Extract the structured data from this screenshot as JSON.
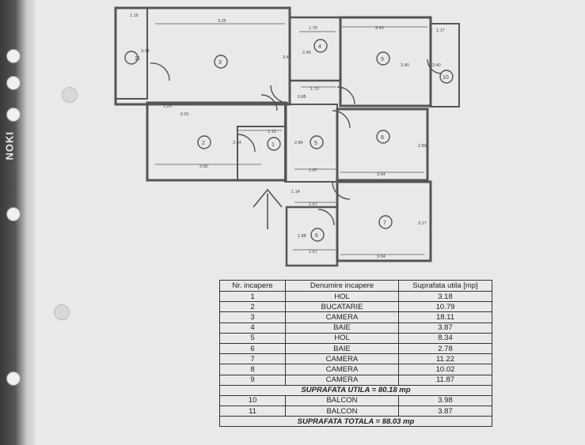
{
  "binder": {
    "brand_label": "NOKI"
  },
  "plan": {
    "entrance_arrow": "arrow-up",
    "room_numbers": [
      "1",
      "2",
      "3",
      "4",
      "5",
      "6",
      "7",
      "8",
      "9",
      "10",
      "11"
    ],
    "dimensions": {
      "d_325": "3.25",
      "d_116": "1.16",
      "d_334": "3.34",
      "d_345": "3.45",
      "d_170a": "1.70",
      "d_245": "2.45",
      "d_343": "3.43",
      "d_117": "1.17",
      "d_340a": "3.40",
      "d_340b": "3.40",
      "d_085": "0.85",
      "d_170b": "1.70",
      "d_123": "1.23",
      "d_091": "0.91",
      "d_112": "1.12",
      "d_284a": "2.84",
      "d_284b": "2.84",
      "d_283": "2.83",
      "d_390": "3.90",
      "d_167a": "1.67",
      "d_354a": "3.54",
      "d_114": "1.14",
      "d_167b": "1.67",
      "d_317": "3.17",
      "d_188": "1.88",
      "d_167c": "1.67",
      "d_354b": "3.54"
    }
  },
  "table": {
    "headers": [
      "Nr. incapere",
      "Denumire incapere",
      "Suprafata utila [mp]"
    ],
    "rows": [
      [
        "1",
        "HOL",
        "3.18"
      ],
      [
        "2",
        "BUCATARIE",
        "10.79"
      ],
      [
        "3",
        "CAMERA",
        "18.11"
      ],
      [
        "4",
        "BAIE",
        "3.87"
      ],
      [
        "5",
        "HOL",
        "8.34"
      ],
      [
        "6",
        "BAIE",
        "2.78"
      ],
      [
        "7",
        "CAMERA",
        "11.22"
      ],
      [
        "8",
        "CAMERA",
        "10.02"
      ],
      [
        "9",
        "CAMERA",
        "11.87"
      ]
    ],
    "useful_total": "SUPRAFATA UTILA = 80.18  mp",
    "balcony_rows": [
      [
        "10",
        "BALCON",
        "3.98"
      ],
      [
        "11",
        "BALCON",
        "3.87"
      ]
    ],
    "grand_total": "SUPRAFATA  TOTALA = 88.03 mp"
  }
}
